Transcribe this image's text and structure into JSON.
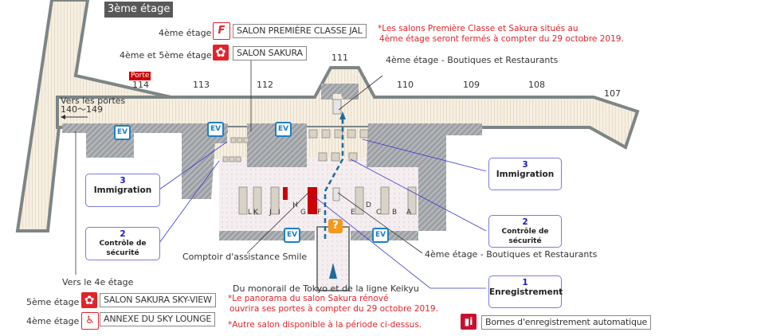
{
  "floor_title": "3ème étage",
  "lounges_top": [
    {
      "floor": "4ème étage",
      "name": "SALON PREMIÈRE CLASSE JAL",
      "icon": "first-class-icon"
    },
    {
      "floor": "4ème et 5ème étage",
      "name": "SALON SAKURA",
      "icon": "sakura-lounge-icon"
    }
  ],
  "notice_top": [
    "*Les salons Première Classe et Sakura situés au",
    "4ème étage seront fermés à compter du 29 octobre 2019."
  ],
  "gate_badge": "Porte",
  "gates": [
    "114",
    "113",
    "112",
    "111",
    "110",
    "109",
    "108",
    "107"
  ],
  "directions": {
    "to_gates": [
      "Vers les portes",
      "140～149"
    ],
    "to_4th": "Vers le 4e étage",
    "shops_top": "4ème étage - Boutiques et Restaurants",
    "shops_bottom": "4ème étage - Boutiques et Restaurants",
    "smile": "Comptoir d'assistance Smile",
    "monorail": "Du monorail de Tokyo et de la ligne Keikyu"
  },
  "ev_label": "EV",
  "info_label": "?",
  "counters": [
    "L",
    "K",
    "J",
    "I",
    "H",
    "G",
    "F",
    "E",
    "D",
    "C",
    "B",
    "A"
  ],
  "callouts": [
    {
      "num": "3",
      "label": "Immigration",
      "side": "left"
    },
    {
      "num": "2",
      "label": "Contrôle de sécurité",
      "side": "left"
    },
    {
      "num": "3",
      "label": "Immigration",
      "side": "right"
    },
    {
      "num": "2",
      "label": "Contrôle de sécurité",
      "side": "right"
    },
    {
      "num": "1",
      "label": "Enregistrement",
      "side": "right"
    }
  ],
  "lounges_bottom": [
    {
      "floor": "5ème étage",
      "name": "SALON SAKURA SKY-VIEW",
      "icon": "sakura-lounge-icon"
    },
    {
      "floor": "4ème étage",
      "name": "ANNEXE DU SKY LOUNGE",
      "icon": "sky-lounge-icon"
    }
  ],
  "notice_bottom": [
    "*Le panorama du salon Sakura rénové",
    "ouvrira ses portes à compter du 29 octobre 2019."
  ],
  "notice_bottom2": "*Autre salon disponible à la période ci-dessus.",
  "legend": {
    "icon": "self-checkin-kiosk-icon",
    "label": "Bornes d'enregistrement automatique"
  },
  "colors": {
    "accent_red": "#e0242a",
    "callout_blue": "#1a1acc",
    "ev_blue": "#1d7fc4",
    "info_orange": "#f39a1e",
    "wall_gray": "#7d8585"
  }
}
